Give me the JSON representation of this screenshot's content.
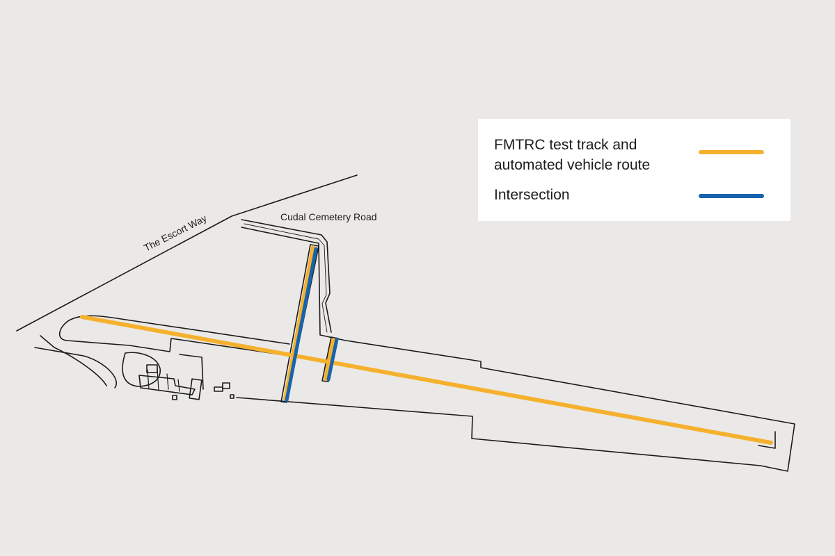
{
  "map": {
    "roads": {
      "escort_way": "The Escort Way",
      "cudal_cemetery_road": "Cudal Cemetery Road"
    },
    "colors": {
      "background": "#ebe9e7",
      "outline": "#1a1a1a",
      "track": "#f5b12e",
      "intersection": "#1763ae"
    }
  },
  "legend": {
    "items": [
      {
        "label": "FMTRC test track and automated vehicle route",
        "color": "#f5b12e"
      },
      {
        "label": "Intersection",
        "color": "#1763ae"
      }
    ]
  }
}
